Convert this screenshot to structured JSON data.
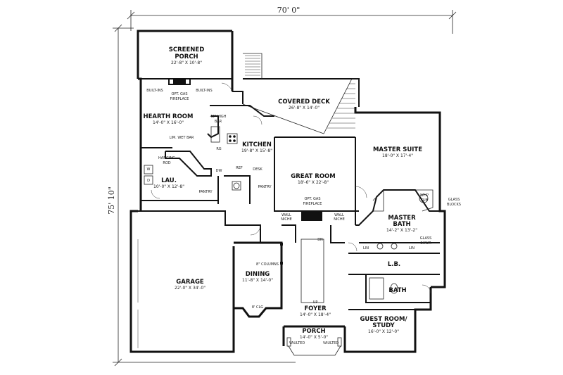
{
  "dimensions": {
    "overall_width": "70' 0\"",
    "overall_depth": "75' 10\""
  },
  "rooms": [
    {
      "key": "screened_porch",
      "name": "SCREENED",
      "name2": "PORCH",
      "size": "22'-8\" X 10'-8\""
    },
    {
      "key": "covered_deck",
      "name": "COVERED DECK",
      "size": "26'-8\" X 14'-0\""
    },
    {
      "key": "hearth_room",
      "name": "HEARTH ROOM",
      "size": "14'-0\" X 16'-0\""
    },
    {
      "key": "kitchen",
      "name": "KITCHEN",
      "size": "19'-8\" X 15'-8\""
    },
    {
      "key": "lau",
      "name": "LAU.",
      "size": "10'-0\" X 12'-8\""
    },
    {
      "key": "great_room",
      "name": "GREAT ROOM",
      "size": "18'-6\" X 22'-8\""
    },
    {
      "key": "master_suite",
      "name": "MASTER SUITE",
      "size": "18'-0\" X 17'-4\""
    },
    {
      "key": "master_bath",
      "name": "MASTER",
      "name2": "BATH",
      "size": "14'-2\" X 13'-2\""
    },
    {
      "key": "garage",
      "name": "GARAGE",
      "size": "22'-0\" X 34'-0\""
    },
    {
      "key": "dining",
      "name": "DINING",
      "size": "11'-8\" X 14'-0\""
    },
    {
      "key": "foyer",
      "name": "FOYER",
      "size": "14'-0\" X 18'-4\""
    },
    {
      "key": "porch",
      "name": "PORCH",
      "size": "14'-0\" X 5'-0\""
    },
    {
      "key": "guest_room",
      "name": "GUEST ROOM/",
      "name2": "STUDY",
      "size": "16'-0\" X 12'-0\""
    },
    {
      "key": "bath",
      "name": "BATH"
    },
    {
      "key": "lb",
      "name": "L.B."
    }
  ],
  "labels": {
    "built_ins_left": "BUILT-INS",
    "built_ins_right": "BUILT-INS",
    "opt_gas_fireplace_1": "OPT. GAS",
    "opt_gas_fireplace_1b": "FIREPLACE",
    "high_bar_1": "42\" HIGH",
    "high_bar_2": "BAR",
    "wet_bar": "LIM. WET BAR",
    "hanging_rod": "HANGING",
    "hanging_rod2": "ROD",
    "dw": "DW",
    "ref": "REF",
    "rg": "RG",
    "desk": "DESK",
    "pantry_kitchen": "PANTRY",
    "pantry_great": "PANTRY",
    "opt_gas_fireplace_2": "OPT. GAS",
    "opt_gas_fireplace_2b": "FIREPLACE",
    "wall_niche_left": "WALL",
    "wall_niche_left2": "NICHE",
    "wall_niche_right": "WALL",
    "wall_niche_right2": "NICHE",
    "whp_tub": "WHP",
    "whp_tub2": "TUB",
    "glass_blocks": "GLASS",
    "glass_blocks2": "BLOCKS",
    "glass_shwr": "GLASS",
    "glass_shwr2": "SHWR",
    "lin_left": "LIN",
    "lin_right": "LIN",
    "dn": "DN",
    "up": "UP",
    "columns": "8\" COLUMNS",
    "clg": "8' CLG",
    "w": "W",
    "d": "D",
    "vaulted": "VAULTED",
    "vaulted2": "VAULTED"
  }
}
